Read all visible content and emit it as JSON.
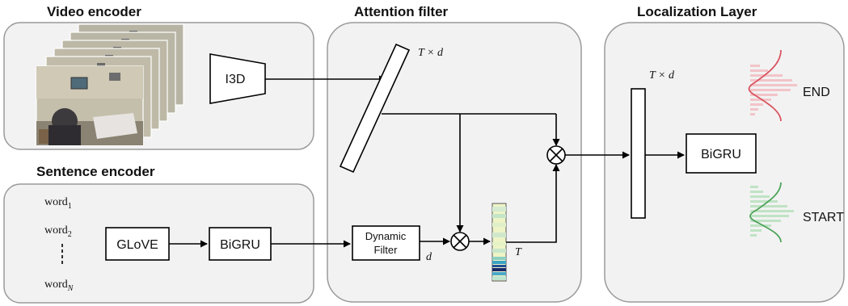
{
  "sections": {
    "video_encoder": "Video encoder",
    "attention_filter": "Attention filter",
    "localization_layer": "Localization Layer",
    "sentence_encoder": "Sentence encoder"
  },
  "blocks": {
    "i3d": "I3D",
    "glove": "GLoVE",
    "bigru_sentence": "BiGRU",
    "dynamic_filter_line1": "Dynamic",
    "dynamic_filter_line2": "Filter",
    "bigru_localization": "BiGRU"
  },
  "labels": {
    "t_times_d": "T × d",
    "d": "d",
    "t": "T",
    "end": "END",
    "start": "START"
  },
  "words": [
    {
      "base": "word",
      "sub": "1"
    },
    {
      "base": "word",
      "sub": "2"
    },
    {
      "base": "word",
      "sub": "N"
    }
  ],
  "colors": {
    "end_distribution": "#d9545f",
    "start_distribution": "#4ea35a"
  }
}
